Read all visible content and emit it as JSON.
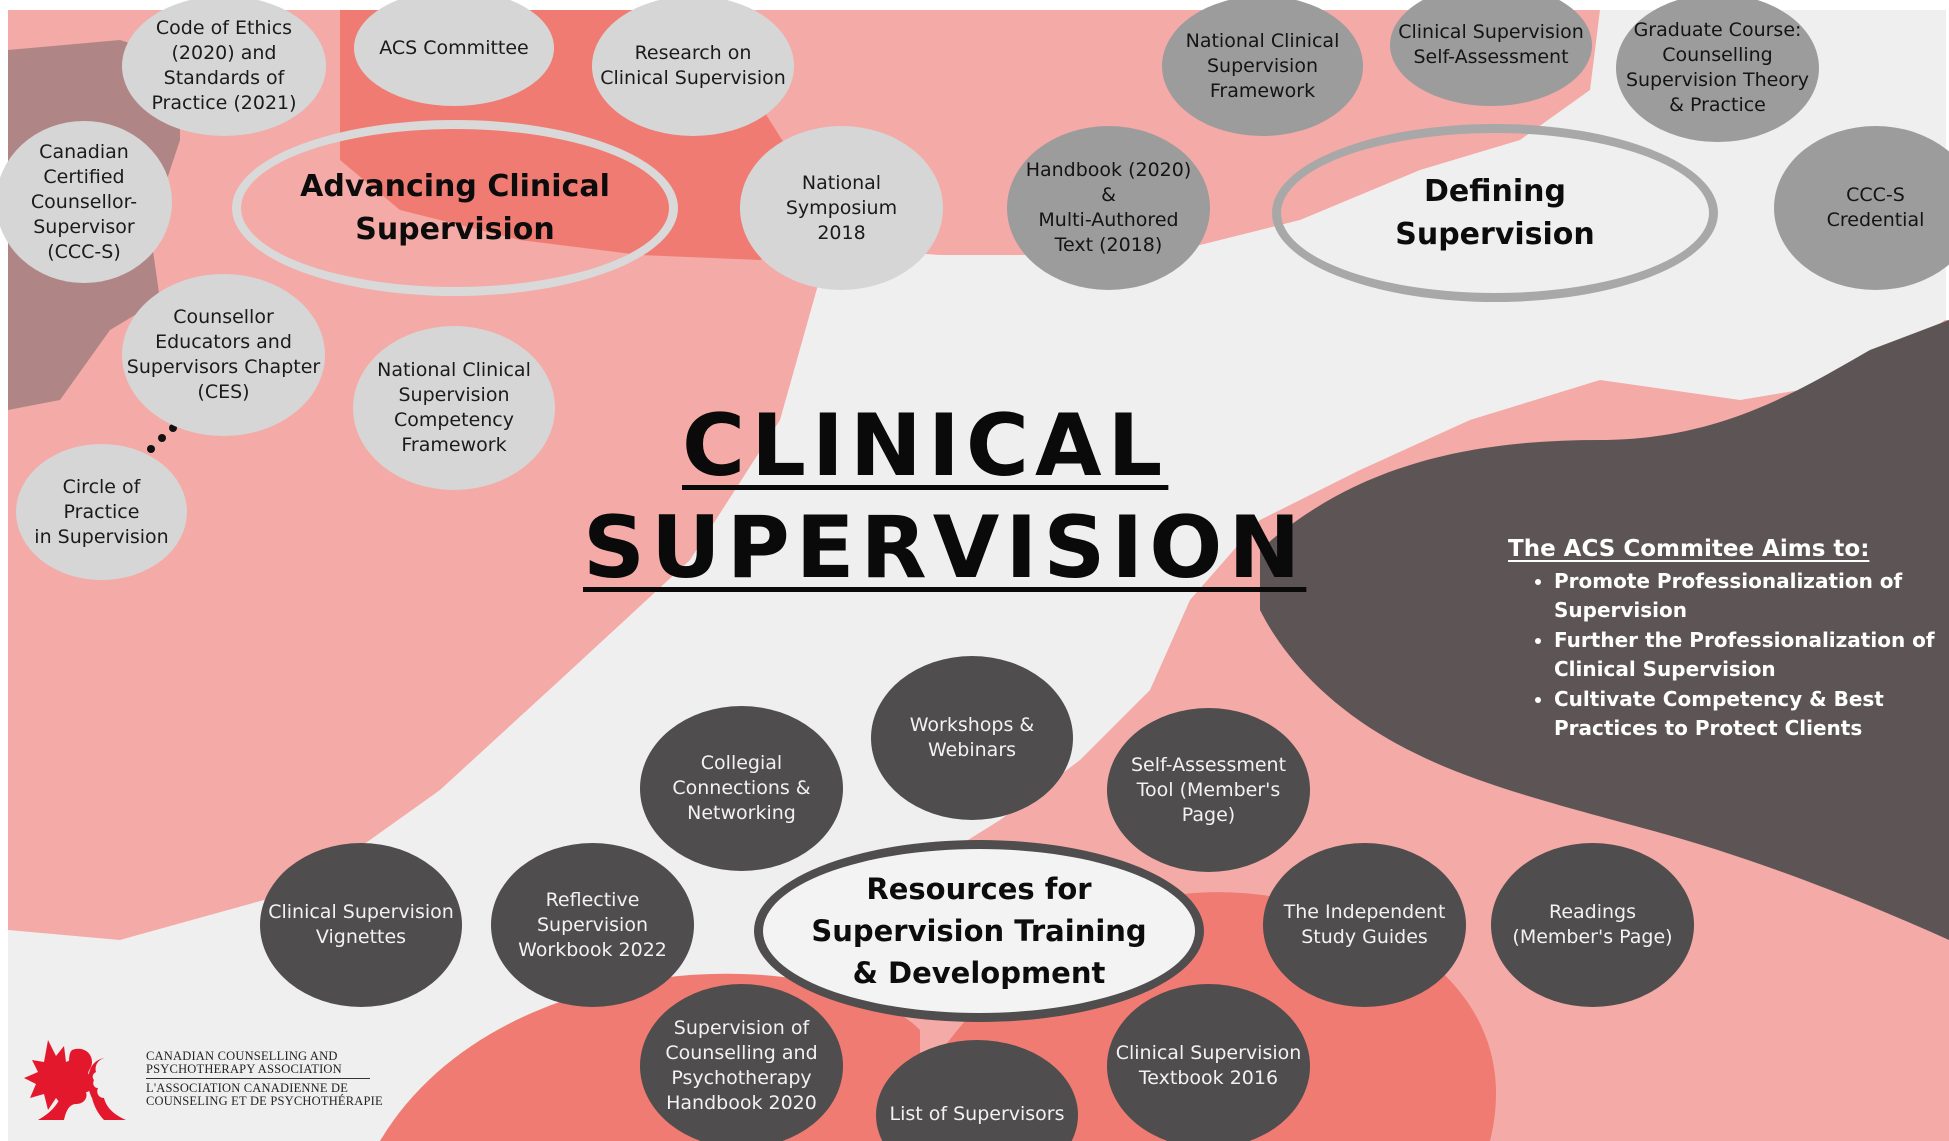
{
  "colors": {
    "page": "#ffffff",
    "canvas": "#f0efef",
    "salmon": "#f4aaa6",
    "coral": "#f07b72",
    "mauve": "#b08585",
    "charcoal": "#5d5555",
    "bubble_light": "#d6d6d6",
    "bubble_gray": "#9c9c9c",
    "bubble_dark": "#4f4d4d",
    "logo_red": "#e3182d"
  },
  "title": {
    "line1": "CLINICAL",
    "line2": "SUPERVISION"
  },
  "themes": {
    "advancing": "Advancing Clinical\nSupervision",
    "defining": "Defining\nSupervision",
    "resources": "Resources for\nSupervision Training\n& Development"
  },
  "advancing_items": [
    "Code of Ethics\n(2020) and\nStandards of\nPractice (2021)",
    "ACS Committee",
    "Research on\nClinical Supervision",
    "Canadian\nCertified\nCounsellor-\nSupervisor\n(CCC-S)",
    "National Symposium\n2018",
    "Counsellor\nEducators and\nSupervisors Chapter\n(CES)",
    "National Clinical\nSupervision\nCompetency\nFramework",
    "Circle of\nPractice\nin Supervision"
  ],
  "defining_items": [
    "National Clinical\nSupervision\nFramework",
    "Clinical Supervision\nSelf-Assessment",
    "Graduate Course:\nCounselling\nSupervision Theory\n& Practice",
    "Handbook (2020)\n&\nMulti-Authored\nText (2018)",
    "CCC-S\nCredential"
  ],
  "resource_items": [
    "Workshops &\nWebinars",
    "Collegial\nConnections &\nNetworking",
    "Self-Assessment\nTool (Member's\nPage)",
    "Clinical Supervision\nVignettes",
    "Reflective\nSupervision\nWorkbook 2022",
    "The Independent\nStudy Guides",
    "Readings\n(Member's Page)",
    "Supervision of\nCounselling and\nPsychotherapy\nHandbook 2020",
    "Clinical Supervision\nTextbook 2016",
    "List of Supervisors"
  ],
  "aims": {
    "heading": "The ACS Commitee Aims to:",
    "items": [
      "Promote Professionalization of Supervision",
      "Further the Professionalization of Clinical Supervision",
      "Cultivate Competency & Best Practices to Protect Clients"
    ]
  },
  "logo": {
    "lines": [
      "CANADIAN COUNSELLING AND",
      "PSYCHOTHERAPY ASSOCIATION",
      "L'ASSOCIATION CANADIENNE DE",
      "COUNSELING ET DE PSYCHOTHÉRAPIE"
    ]
  }
}
